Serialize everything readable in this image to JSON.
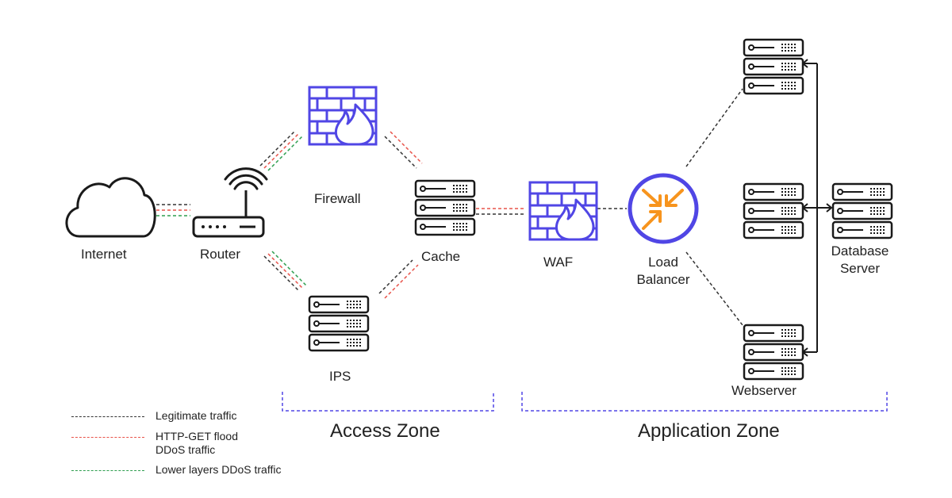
{
  "nodes": {
    "internet": "Internet",
    "router": "Router",
    "firewall": "Firewall",
    "ips": "IPS",
    "cache": "Cache",
    "waf": "WAF",
    "load_balancer": [
      "Load",
      "Balancer"
    ],
    "webserver": "Webserver",
    "database_server": [
      "Database",
      "Server"
    ]
  },
  "zones": {
    "access": "Access Zone",
    "application": "Application Zone"
  },
  "legend": [
    {
      "lines": [
        "Legitimate traffic"
      ],
      "color": "#333333"
    },
    {
      "lines": [
        "HTTP-GET flood",
        "DDoS traffic"
      ],
      "color": "#e8534a"
    },
    {
      "lines": [
        "Lower layers DDoS traffic"
      ],
      "color": "#2e9e4f"
    }
  ],
  "colors": {
    "legitimate": "#333333",
    "http_flood": "#e8534a",
    "lower_layers": "#2e9e4f",
    "accent": "#5046e5",
    "balancer_arrows": "#f7941d"
  },
  "icons": {
    "internet": "cloud-icon",
    "router": "router-icon",
    "firewall": "firewall-icon",
    "ips": "server-icon",
    "cache": "server-icon",
    "waf": "firewall-icon",
    "load_balancer": "load-balancer-icon",
    "webserver": "server-icon",
    "database_server": "server-icon"
  }
}
